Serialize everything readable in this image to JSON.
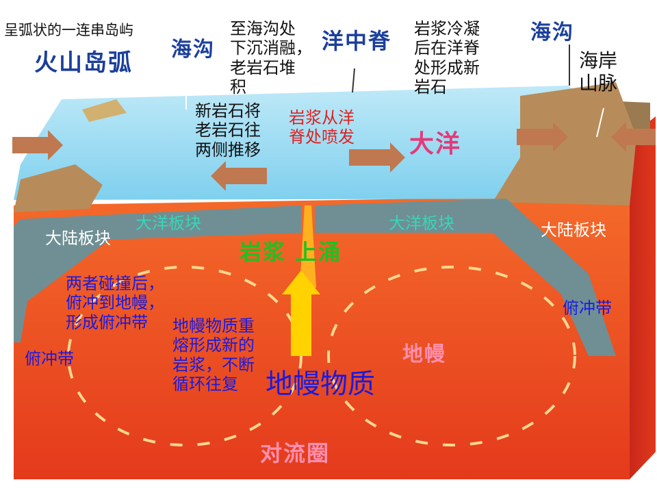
{
  "colors": {
    "ocean": "#7fd0ee",
    "ocean_light": "#bfe9f8",
    "mantle": "#f24a1a",
    "mantle_dark": "#d8301a",
    "plate": "#6f8f94",
    "land": "#b88c5a",
    "arrow_brown": "#c07850",
    "arrow_yellow": "#ffd200",
    "flow_arrow": "#ffd890"
  },
  "labels": {
    "arc_desc": "呈弧状的一连串岛屿",
    "arc_title": "火山岛弧",
    "trench_left": "海沟",
    "trench_desc": "至海沟处\n下沉消融，\n老岩石堆\n积",
    "ridge_title": "洋中脊",
    "ridge_desc": "岩浆冷凝\n后在洋脊\n处形成新\n岩石",
    "trench_right": "海沟",
    "coastal_mountain": "海岸\n山脉",
    "push_desc": "新岩石将\n老岩石往\n两侧推移",
    "magma_erupt": "岩浆从洋\n脊处喷发",
    "ocean_title": "大洋",
    "ocean_plate_left": "大洋板块",
    "ocean_plate_right": "大洋板块",
    "continental_left": "大陆板块",
    "continental_right": "大陆板块",
    "magma_rise": "岩浆 上涌",
    "collision_desc": "两者碰撞后，\n俯冲到地幔，\n形成俯冲带",
    "subduction_left": "俯冲带",
    "subduction_right": "俯冲带",
    "remelt_desc": "地幔物质重\n熔形成新的\n岩浆，不断\n循环往复",
    "mantle_material": "地幔物质",
    "mantle_title": "地幔",
    "convection_title": "对流圈"
  }
}
